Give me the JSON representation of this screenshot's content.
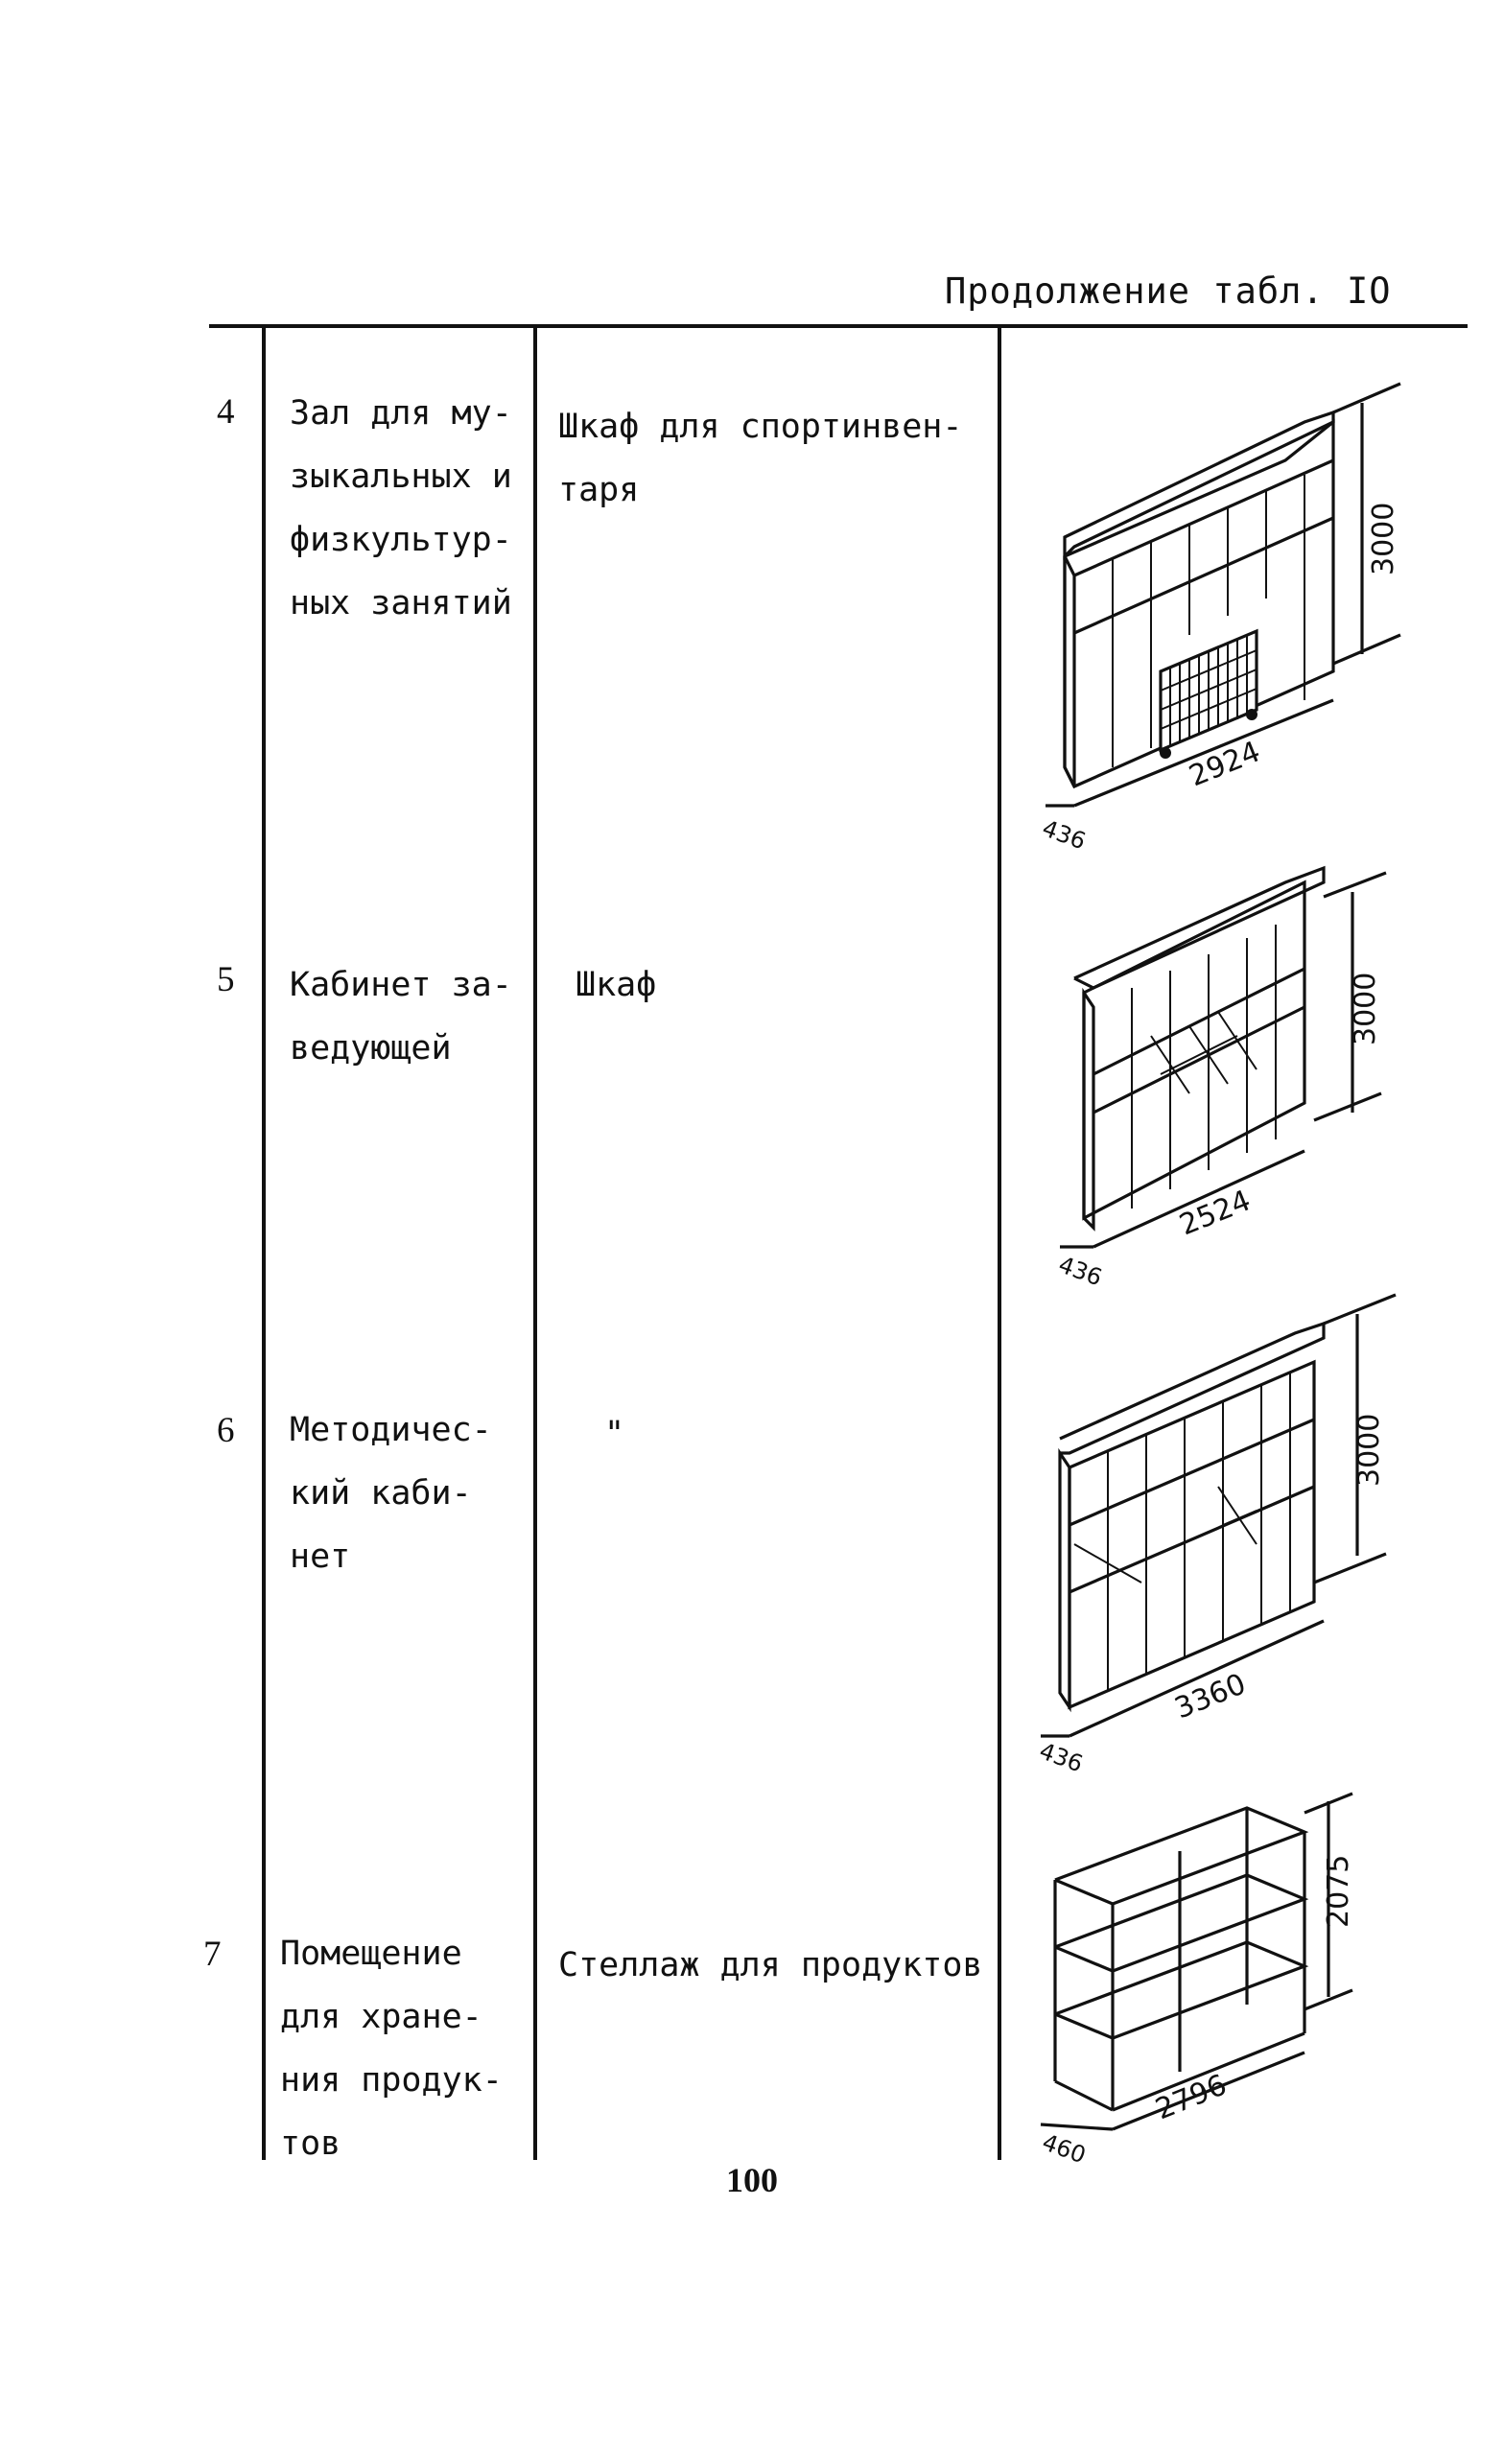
{
  "caption": "Продолжение табл. IO",
  "page_number": "100",
  "rows": [
    {
      "num": "4",
      "room": "Зал для му-\nзыкальных и\nфизкультур-\nных занятий",
      "item": "Шкаф для спортинвен-\nтаря",
      "dims": {
        "height": "3000",
        "width": "2924",
        "depth": "436"
      }
    },
    {
      "num": "5",
      "room": "Кабинет за-\nведующей",
      "item": "Шкаф",
      "dims": {
        "height": "3000",
        "width": "2524",
        "depth": "436"
      }
    },
    {
      "num": "6",
      "room": "Методичес-\nкий каби-\nнет",
      "item": "\"",
      "dims": {
        "height": "3000",
        "width": "3360",
        "depth": "436"
      }
    },
    {
      "num": "7",
      "room": "Помещение\nдля хране-\nния продук-\nтов",
      "item": "Стеллаж для продуктов",
      "dims": {
        "height": "2075",
        "width": "2796",
        "depth": "460"
      }
    }
  ]
}
